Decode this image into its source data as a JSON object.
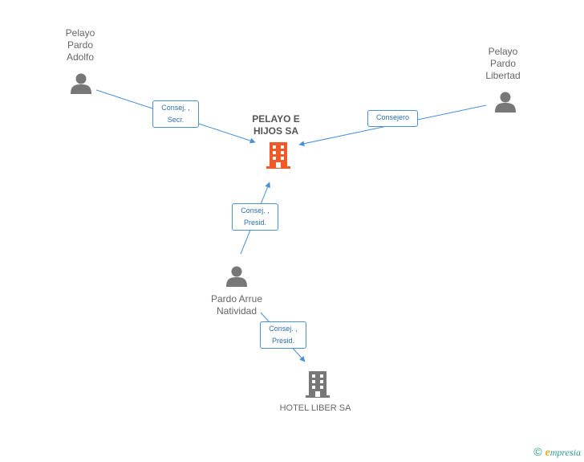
{
  "nodes": {
    "pelayo_pardo_adolfo": {
      "label": "Pelayo\nPardo\nAdolfo"
    },
    "pelayo_pardo_libertad": {
      "label": "Pelayo\nPardo\nLibertad"
    },
    "pelayo_e_hijos": {
      "label": "PELAYO E\nHIJOS SA"
    },
    "pardo_arrue_natividad": {
      "label": "Pardo Arrue\nNatividad"
    },
    "hotel_liber": {
      "label": "HOTEL LIBER SA"
    }
  },
  "edges": {
    "adolfo_to_pelayo": {
      "label": "Consej. ,\nSecr."
    },
    "libertad_to_pelayo": {
      "label": "Consejero"
    },
    "natividad_to_pelayo": {
      "label": "Consej. ,\nPresid."
    },
    "natividad_to_hotel": {
      "label": "Consej. ,\nPresid."
    }
  },
  "footer": {
    "copyright": "©",
    "brand_initial": "e",
    "brand_rest": "mpresia"
  },
  "colors": {
    "edge": "#4a90d9",
    "main_company": "#f05a28",
    "company": "#777777",
    "person": "#777777"
  }
}
